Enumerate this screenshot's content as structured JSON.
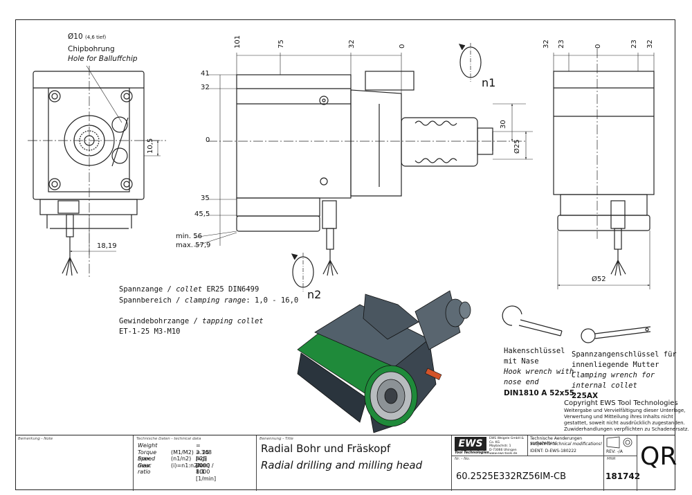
{
  "drawing": {
    "chip_hole": {
      "dia": "Ø10",
      "depth": "(4,6 tief)",
      "de": "Chipbohrung",
      "en": "Hole for Balluffchip"
    },
    "top_dims": {
      "d101": "101",
      "d75": "75",
      "d32": "32",
      "d0": "0"
    },
    "left_dims": {
      "d41": "41",
      "d32": "32",
      "d0": "0",
      "d35": "35",
      "d45_5": "45,5",
      "dmin": "min. 56",
      "dmax": "max. 57,9"
    },
    "front_dims": {
      "d10_5": "10,5",
      "d18_19": "18,19"
    },
    "right_dims": {
      "d30": "30",
      "d25": "Ø25"
    },
    "end_dims": {
      "a": "32",
      "b": "23",
      "c": "0",
      "d": "23",
      "e": "32",
      "d52": "Ø52"
    },
    "rotation": {
      "n1": "n1",
      "n2": "n2"
    },
    "collet": {
      "line1_de": "Spannzange /",
      "line1_en": "collet",
      "line1_val": "ER25    DIN6499",
      "line2_de": "Spannbereich /",
      "line2_en": "clamping range",
      "line2_val": ": 1,0 - 16,0",
      "line3_de": "Gewindebohrzange /",
      "line3_en": "tapping collet",
      "line4": "ET-1-25   M3-M10"
    },
    "hook_wrench": {
      "de1": "Hakenschlüssel",
      "de2": "mit Nase",
      "en1": "Hook wrench with",
      "en2": "nose end",
      "std": "DIN1810  A  52x55"
    },
    "clamp_wrench": {
      "de1": "Spannzangenschlüssel für",
      "de2": "innenliegende Mutter",
      "en1": "Clamping wrench for",
      "en2": "internal collet",
      "code": "225AX"
    },
    "copyright": {
      "title": "Copyright EWS Tool Technologies",
      "l1": "Weitergabe und Vervielfältigung dieser Unterlage,",
      "l2": "Verwertung und Mitteilung ihres Inhalts nicht",
      "l3": "gestattet, soweit nicht ausdrücklich zugestanden.",
      "l4": "Zuwiderhandlungen verpflichten zu Schadenersatz."
    }
  },
  "title_block": {
    "remark_label": "Bemerkung - Note",
    "tech_label": "Technische Daten - technical data",
    "weight_label": "Weight",
    "weight_val": "=  3.348 [kg]",
    "torque_label": "Torque max.",
    "torque_sub": "(M1/M2)",
    "torque_val": "=  25 / 25 [Nm]",
    "speed_label": "Speed max.",
    "speed_sub": "(n1/n2)",
    "speed_val": "=  8000 / 8000 [1/min]",
    "ratio_label": "Gear ratio",
    "ratio_sub": "(i)=n1:n2",
    "ratio_val": "=  1:1",
    "name_label": "Benennung - Title",
    "title_de": "Radial Bohr und Fräskopf",
    "title_en": "Radial drilling and milling head",
    "logo": "EWS",
    "logo_sub": "Tool Technologies",
    "company1": "EWS Weigele GmbH & Co. KG",
    "company2": "Maybachstr. 1",
    "company3": "D-73066 Uhingen",
    "company4": "www.ews-tools.de",
    "changes_de": "Technische Aenderungen vorbehalten!",
    "changes_en": "Subject to technical modifications!",
    "ident": "IDENT:  D-EWS-180222",
    "rev": "REV:  -/A",
    "nr_label": "Nr. - No.",
    "part_no": "60.2525E332RZ56IM-CB",
    "mnr_label": "MNR",
    "mnr": "181742",
    "qr": "QR"
  },
  "colors": {
    "body": "#3b4650",
    "green": "#1f8a3a",
    "line": "#222222"
  }
}
